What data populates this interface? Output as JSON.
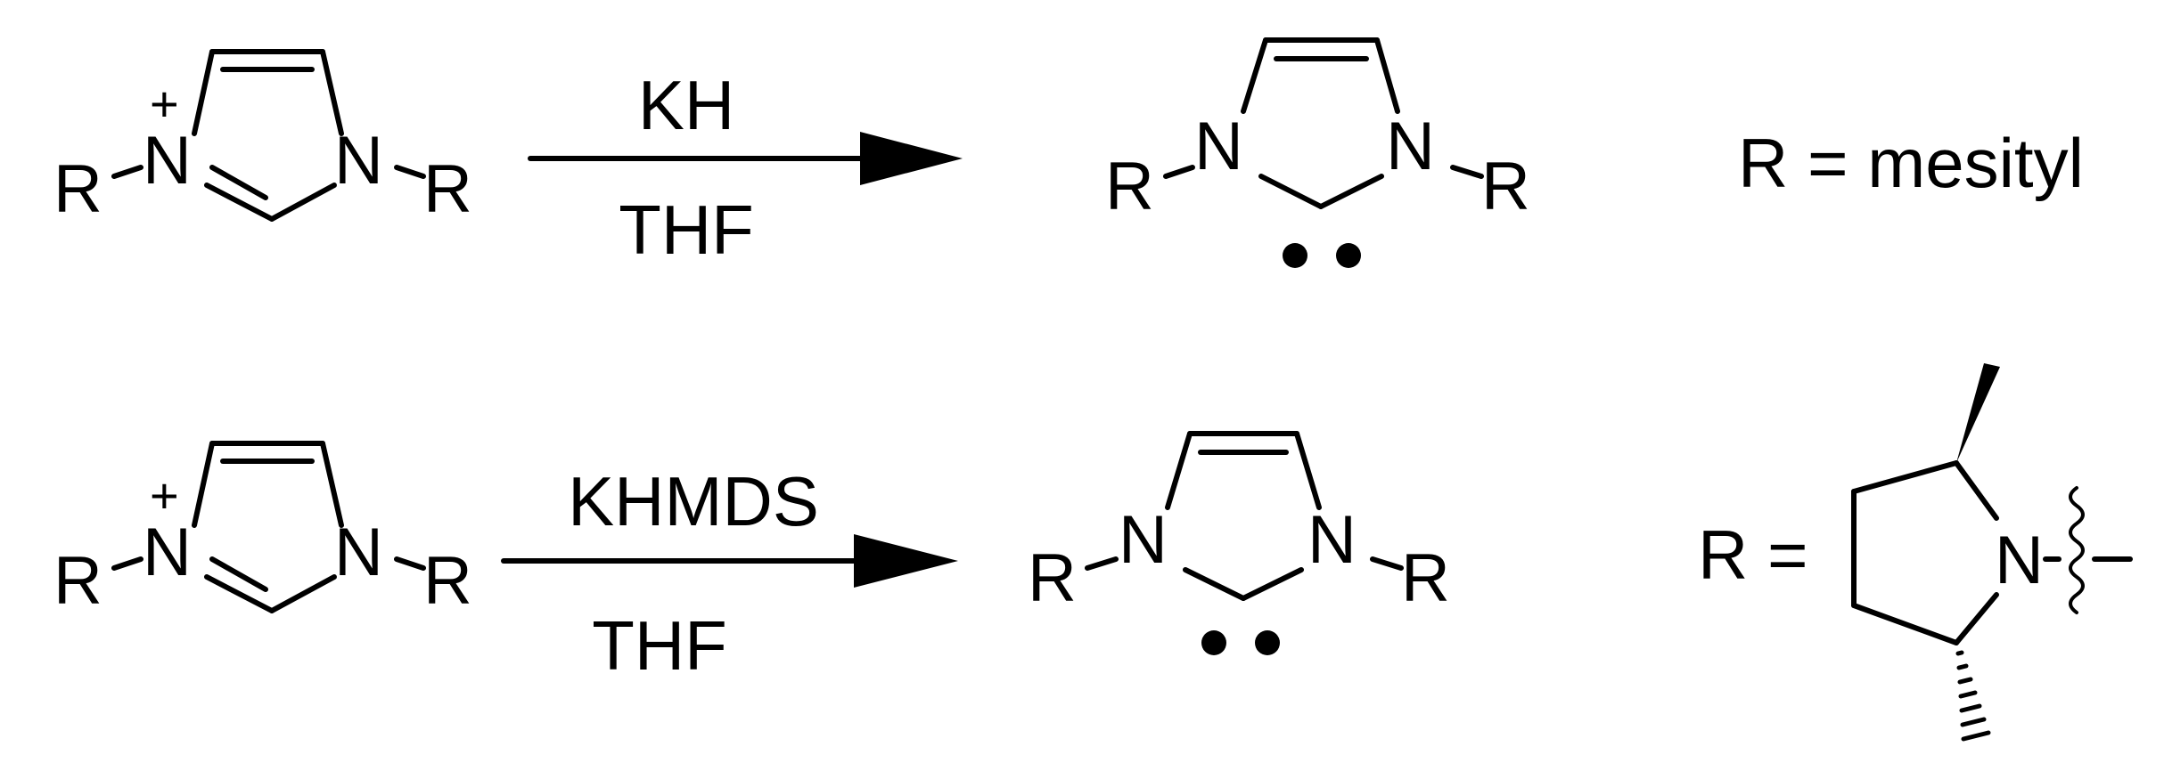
{
  "colors": {
    "ink": "#000000",
    "background": "#ffffff"
  },
  "atom_labels": {
    "nitrogen": "N",
    "substituent": "R",
    "plus": "+"
  },
  "reactions": [
    {
      "reagent": "KH",
      "solvent": "THF",
      "r_definition": "R = mesityl"
    },
    {
      "reagent": "KHMDS",
      "solvent": "THF",
      "r_definition_prefix": "R =",
      "r_group_atom": "N"
    }
  ]
}
